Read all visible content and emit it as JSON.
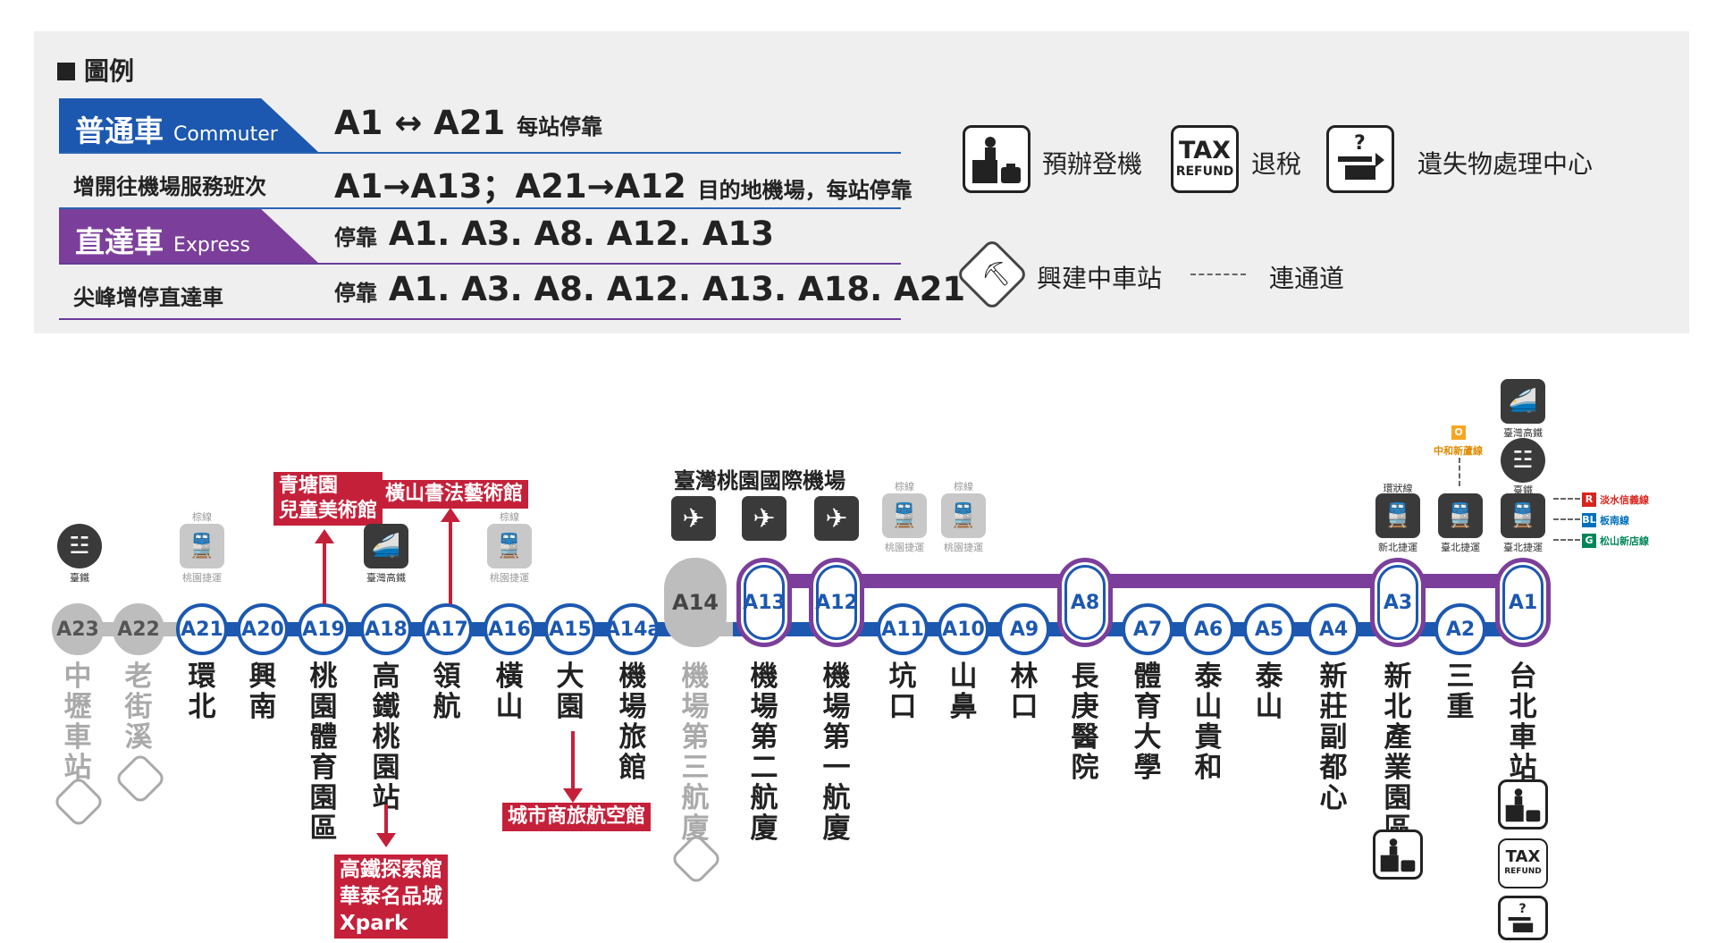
{
  "legend": {
    "title": "圖例",
    "commuter": {
      "zh": "普通車",
      "en": "Commuter",
      "route": "A1 ↔ A21",
      "note": "每站停靠",
      "color": "#1c58b0"
    },
    "extra_service": {
      "label": "增開往機場服務班次",
      "route": "A1→A13；A21→A12",
      "note": "目的地機場，每站停靠"
    },
    "express": {
      "zh": "直達車",
      "en": "Express",
      "stop_word": "停靠",
      "stops": "A1. A3. A8. A12. A13",
      "color": "#7b3f9b"
    },
    "peak_express": {
      "label": "尖峰增停直達車",
      "stop_word": "停靠",
      "stops": "A1. A3. A8. A12. A13. A18. A21"
    },
    "icons": {
      "checkin": "預辦登機",
      "tax_big": "TAX",
      "tax_small": "REFUND",
      "tax_label": "退稅",
      "lost": "遺失物處理中心",
      "construction": "興建中車站",
      "connector": "連通道"
    }
  },
  "stations": [
    {
      "code": "A23",
      "name": "中壢車站",
      "status": "under-construction"
    },
    {
      "code": "A22",
      "name": "老街溪",
      "status": "under-construction"
    },
    {
      "code": "A21",
      "name": "環北"
    },
    {
      "code": "A20",
      "name": "興南"
    },
    {
      "code": "A19",
      "name": "桃園體育園區"
    },
    {
      "code": "A18",
      "name": "高鐵桃園站"
    },
    {
      "code": "A17",
      "name": "領航"
    },
    {
      "code": "A16",
      "name": "橫山"
    },
    {
      "code": "A15",
      "name": "大園"
    },
    {
      "code": "A14a",
      "name": "機場旅館"
    },
    {
      "code": "A14",
      "name": "機場第三航廈",
      "status": "under-construction"
    },
    {
      "code": "A13",
      "name": "機場第二航廈",
      "express": true
    },
    {
      "code": "A12",
      "name": "機場第一航廈",
      "express": true
    },
    {
      "code": "A11",
      "name": "坑口"
    },
    {
      "code": "A10",
      "name": "山鼻"
    },
    {
      "code": "A9",
      "name": "林口"
    },
    {
      "code": "A8",
      "name": "長庚醫院",
      "express": true
    },
    {
      "code": "A7",
      "name": "體育大學"
    },
    {
      "code": "A6",
      "name": "泰山貴和"
    },
    {
      "code": "A5",
      "name": "泰山"
    },
    {
      "code": "A4",
      "name": "新莊副都心"
    },
    {
      "code": "A3",
      "name": "新北產業園區",
      "express": true
    },
    {
      "code": "A2",
      "name": "三重"
    },
    {
      "code": "A1",
      "name": "台北車站",
      "express": true
    }
  ],
  "attractions": {
    "a19": [
      "青塘園",
      "兒童美術館"
    ],
    "a17": "橫山書法藝術館",
    "a15": "城市商旅航空館",
    "a18": [
      "高鐵探索館",
      "華泰名品城",
      "Xpark"
    ]
  },
  "airport": "臺灣桃園國際機場",
  "transfers": {
    "tra": "臺鐵",
    "hsr": "臺灣高鐵",
    "brown_line": "棕線",
    "taoyuan_metro": "桃園捷運",
    "circular_line": "環狀線",
    "ntpc_metro": "新北捷運",
    "taipei_metro": "臺北捷運",
    "orange_code": "O",
    "orange_line": "中和新蘆線",
    "tp_lines": [
      {
        "code": "R",
        "name": "淡水信義線",
        "color": "#d7261e"
      },
      {
        "code": "BL",
        "name": "板南線",
        "color": "#0070bd"
      },
      {
        "code": "G",
        "name": "松山新店線",
        "color": "#008659"
      }
    ]
  }
}
